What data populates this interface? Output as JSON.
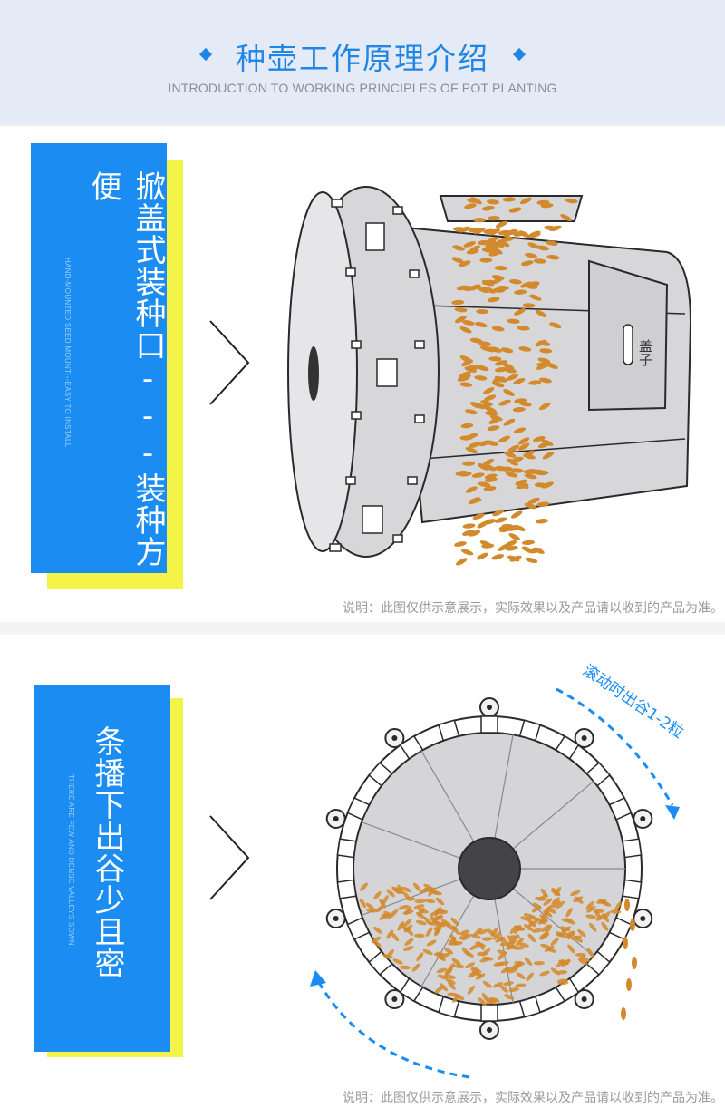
{
  "header": {
    "title": "种壶工作原理介绍",
    "subtitle": "INTRODUCTION TO WORKING PRINCIPLES OF POT PLANTING"
  },
  "section1": {
    "label_cn": "掀盖式装种口---装种方便",
    "label_en": "HAND-MOUNTED SEED MOUNT---EASY TO INSTALL",
    "lid_text": "盖子",
    "note": "说明：此图仅供示意展示，实际效果以及产品请以收到的产品为准。"
  },
  "section2": {
    "label_cn": "条播下出谷少且密",
    "label_en": "THERE ARE FEW AND DENSE VALLEYS SOWN",
    "arc_text": "滚动时出谷1-2粒",
    "note": "说明：此图仅供示意展示，实际效果以及产品请以收到的产品为准。"
  },
  "colors": {
    "accent_blue": "#1a8cf2",
    "accent_yellow": "#f4f348",
    "seed_orange": "#d38a2c",
    "drum_gray": "#d7d7da"
  },
  "icons": [
    "diamond-icon",
    "chevron-right-icon",
    "rotation-arrow-icon"
  ]
}
